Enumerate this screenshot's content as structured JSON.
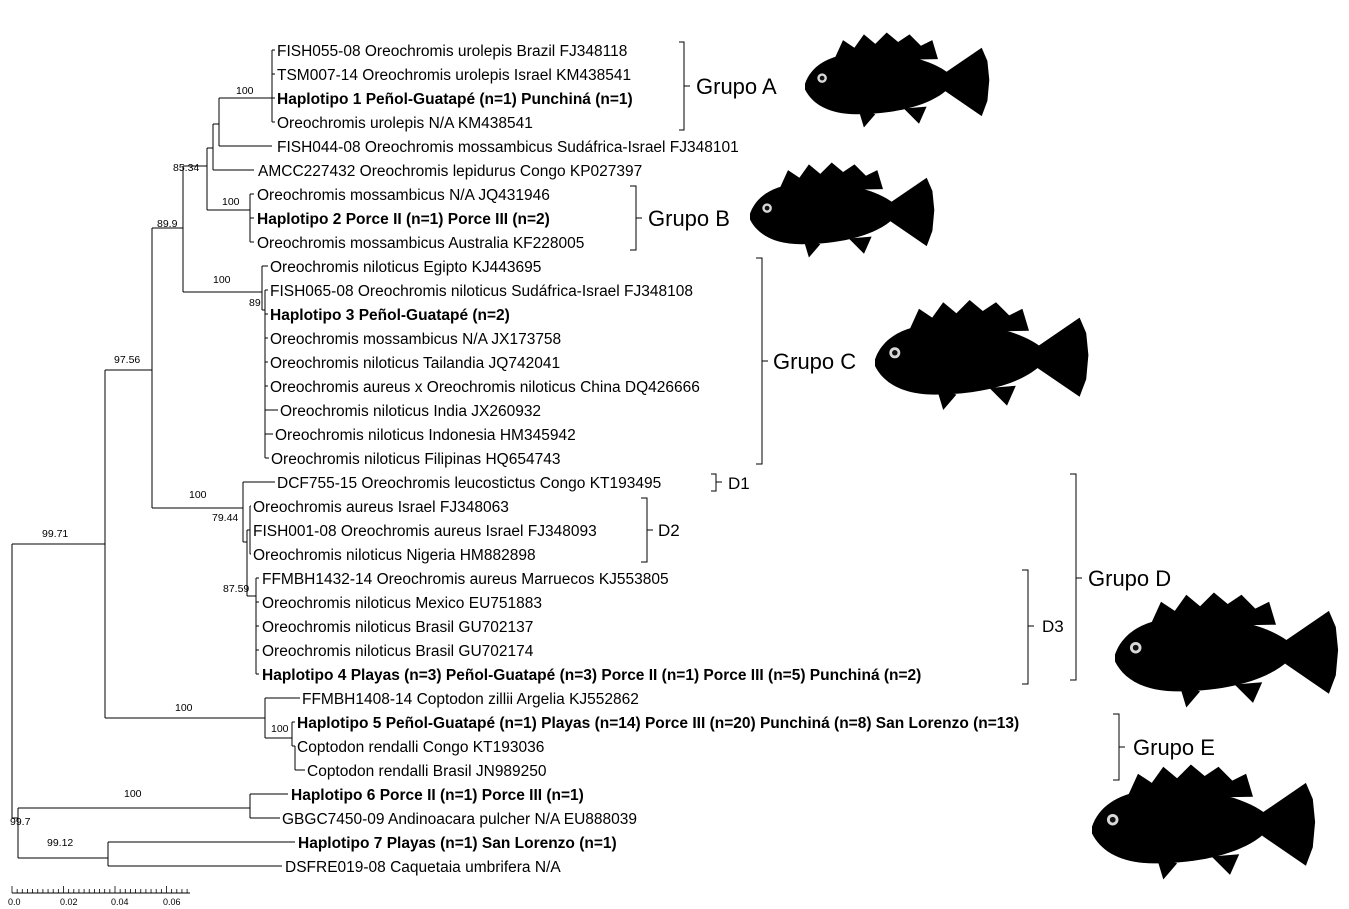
{
  "leaves": [
    {
      "id": "l1",
      "text": "FISH055-08 Oreochromis urolepis Brazil FJ348118",
      "bold": false
    },
    {
      "id": "l2",
      "text": "TSM007-14 Oreochromis urolepis Israel KM438541",
      "bold": false
    },
    {
      "id": "l3",
      "text": "Haplotipo 1 Peñol-Guatapé (n=1) Punchiná (n=1)",
      "bold": true
    },
    {
      "id": "l4",
      "text": "Oreochromis urolepis N/A KM438541",
      "bold": false
    },
    {
      "id": "l5",
      "text": "FISH044-08 Oreochromis mossambicus Sudáfrica-Israel FJ348101",
      "bold": false
    },
    {
      "id": "l6",
      "text": "AMCC227432 Oreochromis lepidurus Congo KP027397",
      "bold": false
    },
    {
      "id": "l7",
      "text": "Oreochromis mossambicus N/A JQ431946",
      "bold": false
    },
    {
      "id": "l8",
      "text": "Haplotipo 2 Porce II (n=1) Porce III (n=2)",
      "bold": true
    },
    {
      "id": "l9",
      "text": "Oreochromis mossambicus Australia KF228005",
      "bold": false
    },
    {
      "id": "l10",
      "text": "Oreochromis niloticus Egipto KJ443695",
      "bold": false
    },
    {
      "id": "l11",
      "text": "FISH065-08 Oreochromis niloticus Sudáfrica-Israel FJ348108",
      "bold": false
    },
    {
      "id": "l12",
      "text": "Haplotipo 3 Peñol-Guatapé (n=2)",
      "bold": true
    },
    {
      "id": "l13",
      "text": "Oreochromis mossambicus N/A JX173758",
      "bold": false
    },
    {
      "id": "l14",
      "text": "Oreochromis niloticus Tailandia JQ742041",
      "bold": false
    },
    {
      "id": "l15",
      "text": "Oreochromis aureus x Oreochromis niloticus China DQ426666",
      "bold": false
    },
    {
      "id": "l16",
      "text": "Oreochromis niloticus India JX260932",
      "bold": false
    },
    {
      "id": "l17",
      "text": "Oreochromis niloticus Indonesia HM345942",
      "bold": false
    },
    {
      "id": "l18",
      "text": "Oreochromis niloticus Filipinas HQ654743",
      "bold": false
    },
    {
      "id": "l19",
      "text": "DCF755-15 Oreochromis leucostictus Congo KT193495",
      "bold": false
    },
    {
      "id": "l20",
      "text": "Oreochromis aureus Israel FJ348063",
      "bold": false
    },
    {
      "id": "l21",
      "text": "FISH001-08 Oreochromis aureus Israel FJ348093",
      "bold": false
    },
    {
      "id": "l22",
      "text": "Oreochromis niloticus Nigeria HM882898",
      "bold": false
    },
    {
      "id": "l23",
      "text": "FFMBH1432-14 Oreochromis aureus Marruecos KJ553805",
      "bold": false
    },
    {
      "id": "l24",
      "text": "Oreochromis niloticus Mexico EU751883",
      "bold": false
    },
    {
      "id": "l25",
      "text": "Oreochromis niloticus Brasil GU702137",
      "bold": false
    },
    {
      "id": "l26",
      "text": "Oreochromis niloticus Brasil GU702174",
      "bold": false
    },
    {
      "id": "l27",
      "text": "Haplotipo 4 Playas (n=3) Peñol-Guatapé (n=3)  Porce II (n=1)  Porce III (n=5)  Punchiná (n=2)",
      "bold": true
    },
    {
      "id": "l28",
      "text": "FFMBH1408-14 Coptodon zillii Argelia KJ552862",
      "bold": false
    },
    {
      "id": "l29",
      "text": "Haplotipo 5 Peñol-Guatapé (n=1) Playas (n=14) Porce III (n=20) Punchiná (n=8) San Lorenzo (n=13)",
      "bold": true
    },
    {
      "id": "l30",
      "text": "Coptodon rendalli Congo KT193036",
      "bold": false
    },
    {
      "id": "l31",
      "text": "Coptodon rendalli Brasil JN989250",
      "bold": false
    },
    {
      "id": "l32",
      "text": "Haplotipo 6 Porce II (n=1) Porce III (n=1)",
      "bold": true
    },
    {
      "id": "l33",
      "text": "GBGC7450-09 Andinoacara pulcher N/A EU888039",
      "bold": false
    },
    {
      "id": "l34",
      "text": "Haplotipo 7 Playas (n=1) San Lorenzo (n=1)",
      "bold": true
    },
    {
      "id": "l35",
      "text": "DSFRE019-08 Caquetaia umbrifera N/A",
      "bold": false
    }
  ],
  "support_values": [
    {
      "id": "s_groupA",
      "text": "100"
    },
    {
      "id": "s_8534",
      "text": "85.34"
    },
    {
      "id": "s_groupB",
      "text": "100"
    },
    {
      "id": "s_899",
      "text": "89.9"
    },
    {
      "id": "s_groupC",
      "text": "100"
    },
    {
      "id": "s_89",
      "text": "89"
    },
    {
      "id": "s_9756",
      "text": "97.56"
    },
    {
      "id": "s_groupD",
      "text": "100"
    },
    {
      "id": "s_7944",
      "text": "79.44"
    },
    {
      "id": "s_8759",
      "text": "87.59"
    },
    {
      "id": "s_9971",
      "text": "99.71"
    },
    {
      "id": "s_coptoA",
      "text": "100"
    },
    {
      "id": "s_coptoB",
      "text": "100"
    },
    {
      "id": "s_hap6",
      "text": "100"
    },
    {
      "id": "s_997",
      "text": "99.7"
    },
    {
      "id": "s_9912",
      "text": "99.12"
    }
  ],
  "groups": [
    {
      "id": "A",
      "label": "Grupo A"
    },
    {
      "id": "B",
      "label": "Grupo B"
    },
    {
      "id": "C",
      "label": "Grupo C"
    },
    {
      "id": "D",
      "label": "Grupo D"
    },
    {
      "id": "E",
      "label": "Grupo E"
    }
  ],
  "subgroups": [
    {
      "id": "D1",
      "label": "D1"
    },
    {
      "id": "D2",
      "label": "D2"
    },
    {
      "id": "D3",
      "label": "D3"
    }
  ],
  "scale_bar": {
    "ticks": [
      "0.0",
      "0.02",
      "0.04",
      "0.06"
    ]
  },
  "fish_images": [
    {
      "group": "A",
      "icon": "tilapia-fish",
      "colors": {
        "body": "#6b6f4a",
        "fin": "#4a4a40"
      }
    },
    {
      "group": "B",
      "icon": "tilapia-fish",
      "colors": {
        "body": "#3d2f2a",
        "fin": "#c0392b"
      }
    },
    {
      "group": "C",
      "icon": "tilapia-fish",
      "colors": {
        "body": "#3e3b72",
        "fin": "#5a5594"
      }
    },
    {
      "group": "D",
      "icon": "tilapia-fish",
      "colors": {
        "body": "#5d5aa0",
        "fin": "#7c79bd"
      }
    },
    {
      "group": "E",
      "icon": "tilapia-fish",
      "colors": {
        "body": "#5c6a5a",
        "fin": "#8a5b54"
      }
    }
  ]
}
